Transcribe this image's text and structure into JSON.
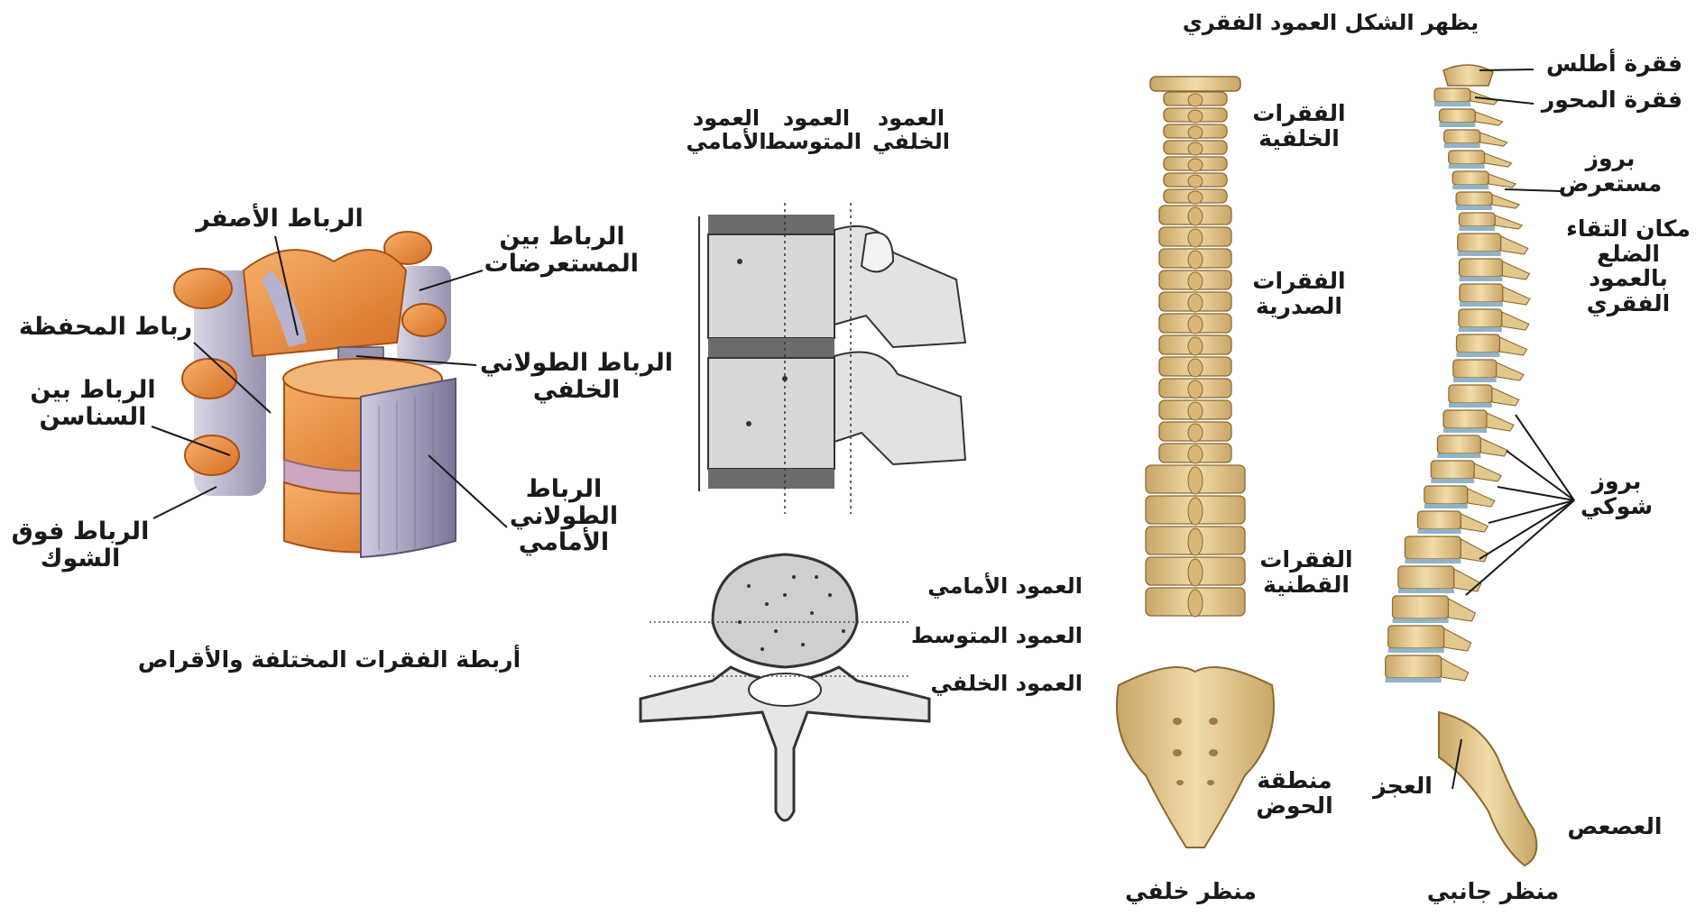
{
  "colors": {
    "bone": "#e9cf97",
    "bone_dark": "#b8924d",
    "disc_blue": "#8fb4c9",
    "ligament_orange": "#e98a3c",
    "ligament_purple": "#9b96b4",
    "lineart_gray": "#d4d4d4",
    "ink": "#1a1a1a"
  },
  "ligaments_panel": {
    "caption": "أربطة الفقرات المختلفة والأقراص",
    "labels": {
      "ligamentum_flavum": "الرباط الأصفر",
      "intertransverse": "الرباط بين المستعرضات",
      "capsular": "رباط المحفظة",
      "posterior_longitudinal": "الرباط الطولاني الخلفي",
      "interspinous": "الرباط بين السناسن",
      "anterior_longitudinal": "الرباط الطولاني الأمامي",
      "supraspinous": "الرباط فوق الشوك"
    }
  },
  "columns_side": {
    "anterior": "العمود الأمامي",
    "middle": "العمود المتوسط",
    "posterior": "العمود الخلفي"
  },
  "columns_top": {
    "anterior": "العمود الأمامي",
    "middle": "العمود المتوسط",
    "posterior": "العمود الخلفي"
  },
  "spine_panel": {
    "title": "يظهر الشكل العمود الفقري",
    "back_view": {
      "caption": "منظر خلفي",
      "cervical": "الفقرات الخلفية",
      "thoracic": "الفقرات الصدرية",
      "lumbar": "الفقرات القطنية",
      "pelvis": "منطقة الحوض"
    },
    "side_view": {
      "caption": "منظر جانبي",
      "atlas": "فقرة أطلس",
      "axis": "فقرة المحور",
      "transverse": "بروز مستعرض",
      "rib_joint": "مكان التقاء الضلع بالعمود الفقري",
      "spinous": "بروز شوكي",
      "sacrum": "العجز",
      "coccyx": "العصعص"
    }
  }
}
